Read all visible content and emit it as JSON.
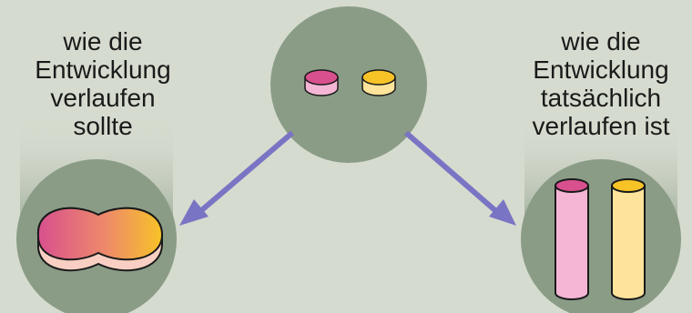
{
  "left_caption": {
    "line1": "wie die",
    "line2": "Entwicklung",
    "line3": "verlaufen",
    "line4": "sollte"
  },
  "right_caption": {
    "line1": "wie die",
    "line2": "Entwicklung",
    "line3": "tatsächlich",
    "line4": "verlaufen ist"
  },
  "colors": {
    "background": "#d6dbcf",
    "circle": "#8a9c86",
    "arrow": "#7a74c4",
    "magenta": "#d8508e",
    "magenta_light": "#f4b6d4",
    "yellow": "#f7c327",
    "yellow_light": "#fde49a",
    "merged_side": "#f9cfc3"
  }
}
